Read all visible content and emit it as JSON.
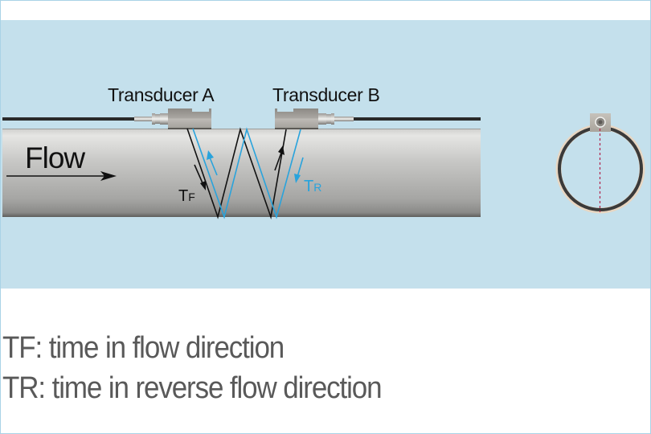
{
  "diagram": {
    "title_hidden": "",
    "labels": {
      "transducer_a": "Transducer A",
      "transducer_b": "Transducer B",
      "flow": "Flow",
      "tf_main": "T",
      "tf_sub": "F",
      "tr_main": "T",
      "tr_sub": "R"
    },
    "colors": {
      "panel_background": "#c4e0ec",
      "pipe": "#a9a9a7",
      "forward_path": "#111111",
      "reverse_path": "#29a3dc",
      "caption_text": "#595959",
      "centerline": "#b0224a"
    },
    "icons": {
      "flow_arrow": "arrow-right-icon",
      "tf_arrow": "arrow-down-right-icon",
      "tr_arrow": "arrow-down-left-icon",
      "cross_section": "pipe-cross-section-icon"
    }
  },
  "legend": {
    "lines": [
      "TF: time in flow direction",
      "TR: time in reverse flow direction"
    ]
  }
}
